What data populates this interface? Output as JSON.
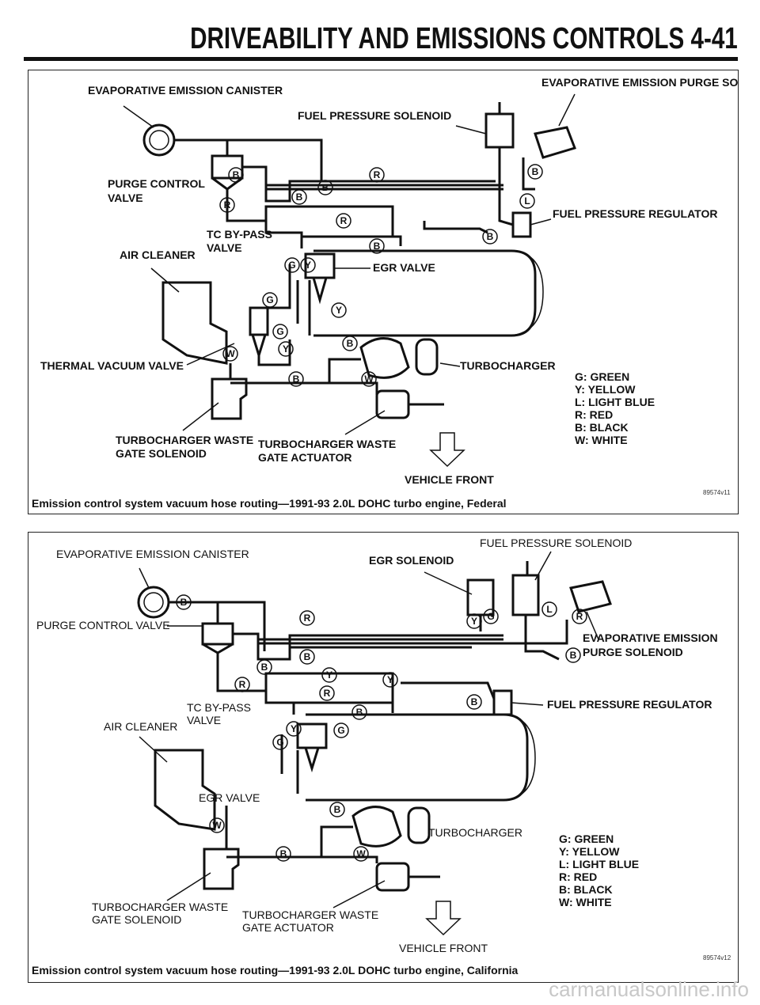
{
  "header": {
    "title": "DRIVEABILITY AND EMISSIONS CONTROLS 4-41"
  },
  "diagram1": {
    "labels": {
      "canister": "EVAPORATIVE EMISSION CANISTER",
      "purge_solenoid": "EVAPORATIVE EMISSION PURGE SOLENOID",
      "fuel_pressure_solenoid": "FUEL PRESSURE SOLENOID",
      "purge_valve_1": "PURGE CONTROL",
      "purge_valve_2": "VALVE",
      "fuel_pressure_regulator": "FUEL PRESSURE REGULATOR",
      "tc_bypass_1": "TC BY-PASS",
      "tc_bypass_2": "VALVE",
      "air_cleaner": "AIR CLEANER",
      "egr_valve": "EGR VALVE",
      "thermal_vacuum_valve": "THERMAL VACUUM VALVE",
      "turbocharger": "TURBOCHARGER",
      "wg_solenoid_1": "TURBOCHARGER WASTE",
      "wg_solenoid_2": "GATE SOLENOID",
      "wg_actuator_1": "TURBOCHARGER WASTE",
      "wg_actuator_2": "GATE ACTUATOR",
      "vehicle_front": "VEHICLE FRONT"
    },
    "legend": [
      "G: GREEN",
      "Y: YELLOW",
      "L: LIGHT BLUE",
      "R: RED",
      "B: BLACK",
      "W: WHITE"
    ],
    "fig_id": "89574v11",
    "caption": "Emission control system vacuum hose routing—1991-93 2.0L DOHC turbo engine, Federal"
  },
  "diagram2": {
    "labels": {
      "canister": "EVAPORATIVE EMISSION CANISTER",
      "fuel_pressure_solenoid": "FUEL PRESSURE SOLENOID",
      "egr_solenoid": "EGR SOLENOID",
      "purge_valve": "PURGE CONTROL VALVE",
      "purge_solenoid_1": "EVAPORATIVE EMISSION",
      "purge_solenoid_2": "PURGE SOLENOID",
      "tc_bypass_1": "TC BY-PASS",
      "tc_bypass_2": "VALVE",
      "air_cleaner": "AIR CLEANER",
      "fuel_pressure_regulator": "FUEL PRESSURE REGULATOR",
      "egr_valve": "EGR VALVE",
      "turbocharger": "TURBOCHARGER",
      "wg_solenoid_1": "TURBOCHARGER WASTE",
      "wg_solenoid_2": "GATE SOLENOID",
      "wg_actuator_1": "TURBOCHARGER WASTE",
      "wg_actuator_2": "GATE ACTUATOR",
      "vehicle_front": "VEHICLE FRONT"
    },
    "legend": [
      "G: GREEN",
      "Y: YELLOW",
      "L: LIGHT BLUE",
      "R: RED",
      "B: BLACK",
      "W: WHITE"
    ],
    "fig_id": "89574v12",
    "caption": "Emission control system vacuum hose routing—1991-93 2.0L DOHC turbo engine, California"
  },
  "hose_codes": {
    "G": "G",
    "Y": "Y",
    "L": "L",
    "R": "R",
    "B": "B",
    "W": "W"
  },
  "watermark": "carmanualsonline.info"
}
